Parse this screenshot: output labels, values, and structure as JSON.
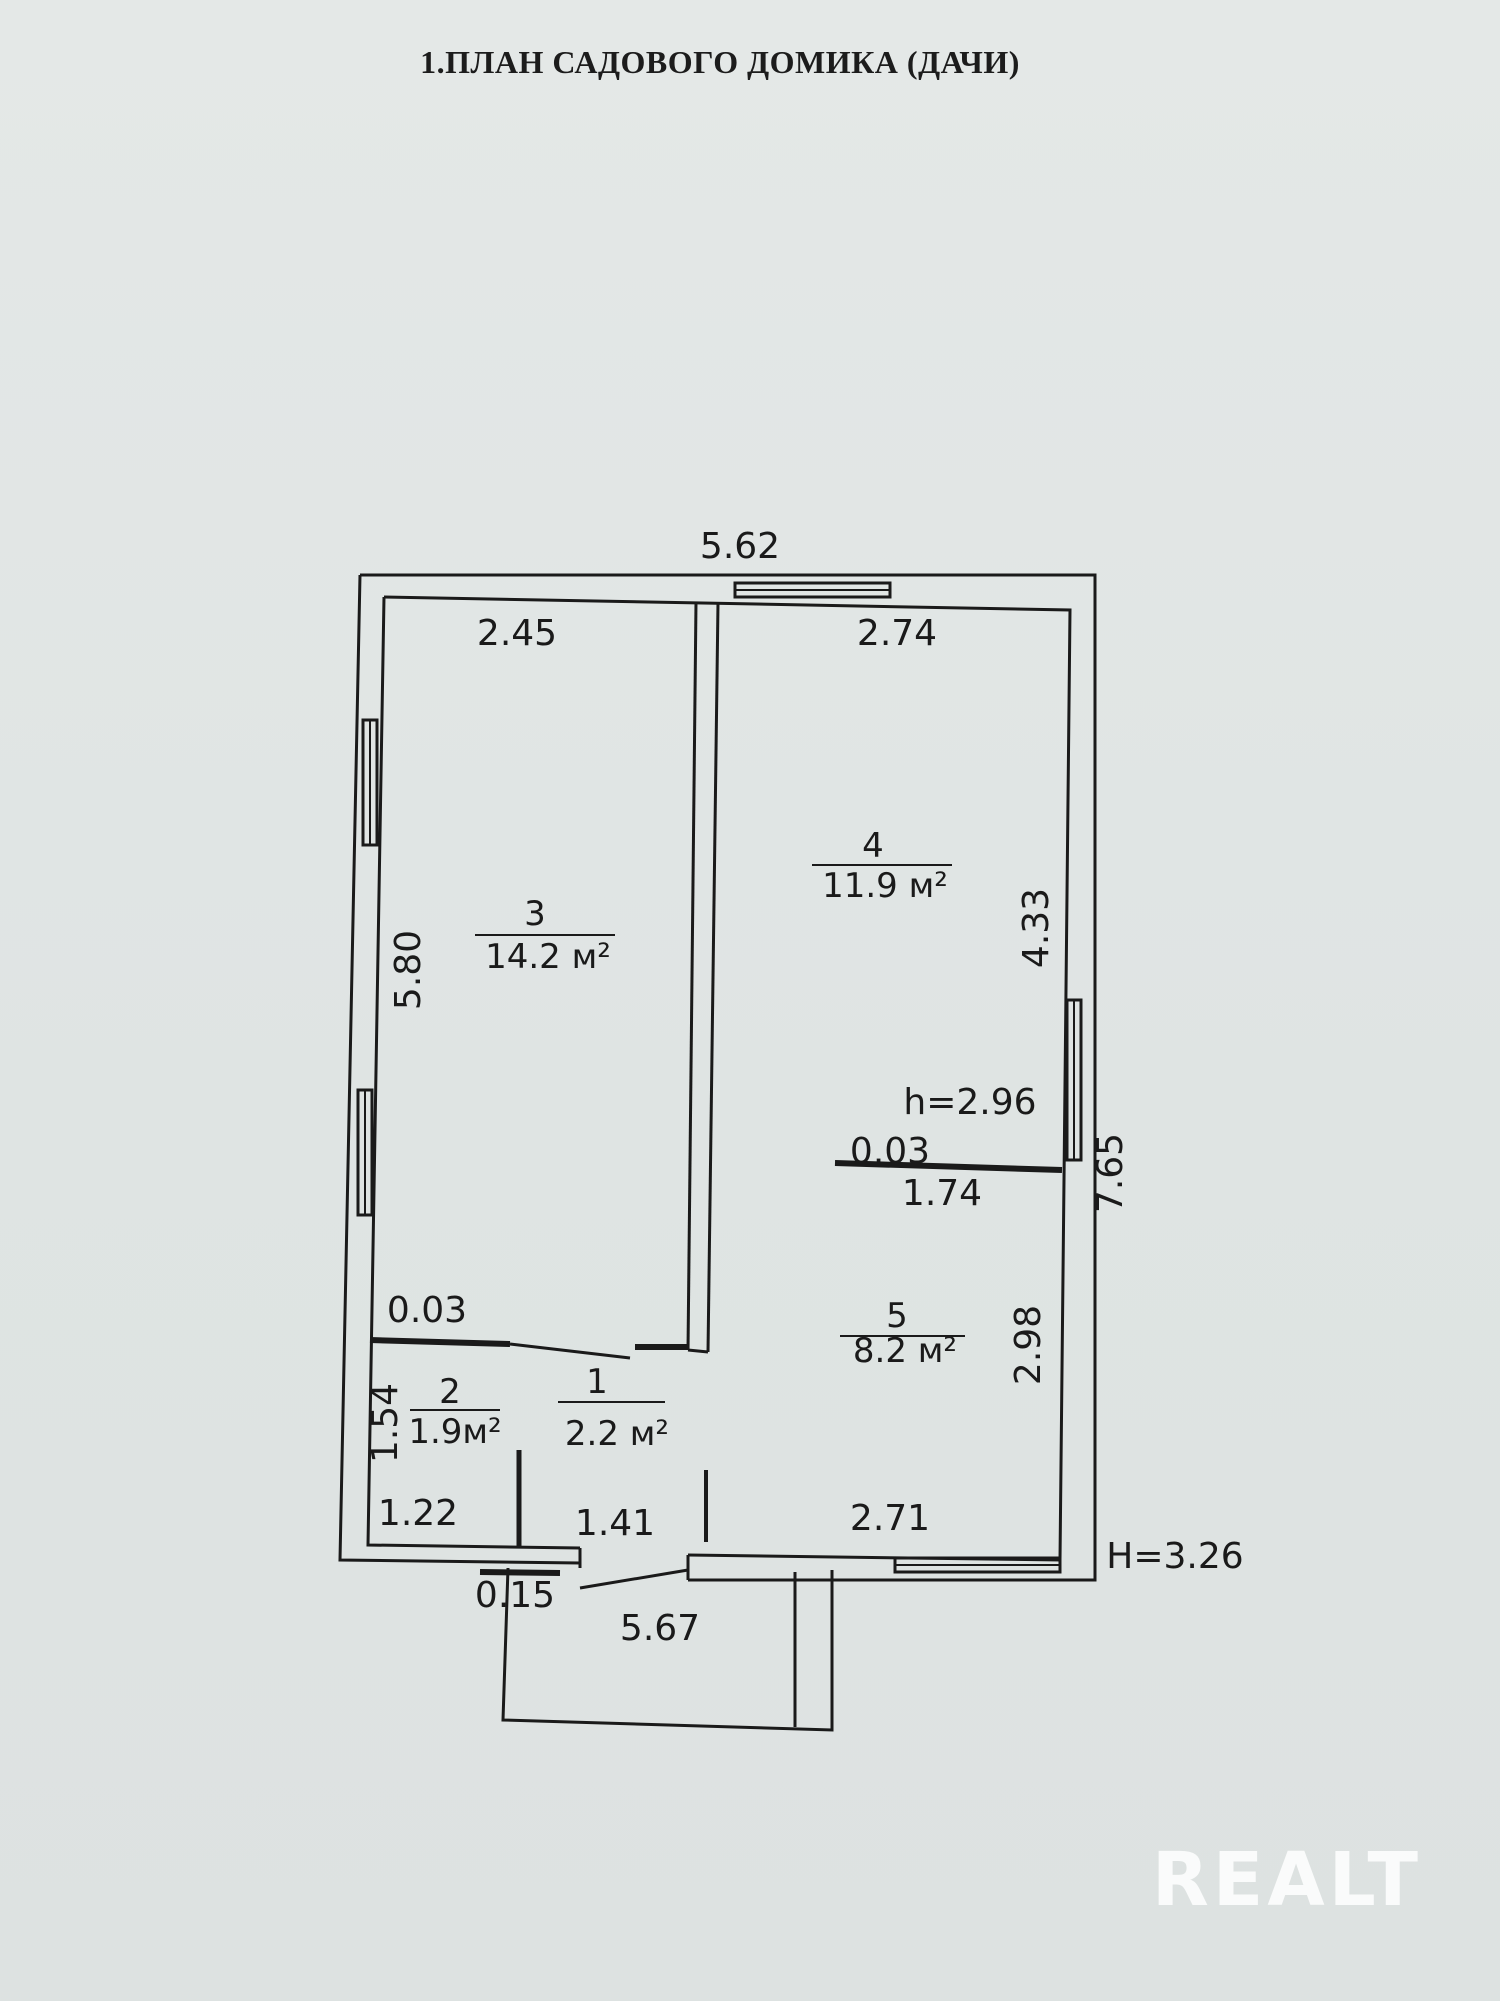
{
  "title": "1.ПЛАН САДОВОГО ДОМИКА (ДАЧИ)",
  "rooms": [
    {
      "number": "1",
      "area": "2.2 м²"
    },
    {
      "number": "2",
      "area": "1.9м²"
    },
    {
      "number": "3",
      "area": "14.2 м²"
    },
    {
      "number": "4",
      "area": "11.9 м²"
    },
    {
      "number": "5",
      "area": "8.2 м²"
    }
  ],
  "dimensions": {
    "overall_top": "5.62",
    "room3_width": "2.45",
    "room4_width": "2.74",
    "room3_length": "5.80",
    "room4_length": "4.33",
    "overall_right": "7.65",
    "ceiling_height": "h=2.96",
    "partition_thickness_a": "0.03",
    "partition_length": "1.74",
    "room5_length": "2.98",
    "partition_thickness_b": "0.03",
    "room2_length": "1.54",
    "room2_width": "1.22",
    "room1_width": "1.41",
    "room5_width": "2.71",
    "total_height": "H=3.26",
    "porch_offset": "0.15",
    "porch_width": "5.67"
  },
  "watermark": "REALT"
}
